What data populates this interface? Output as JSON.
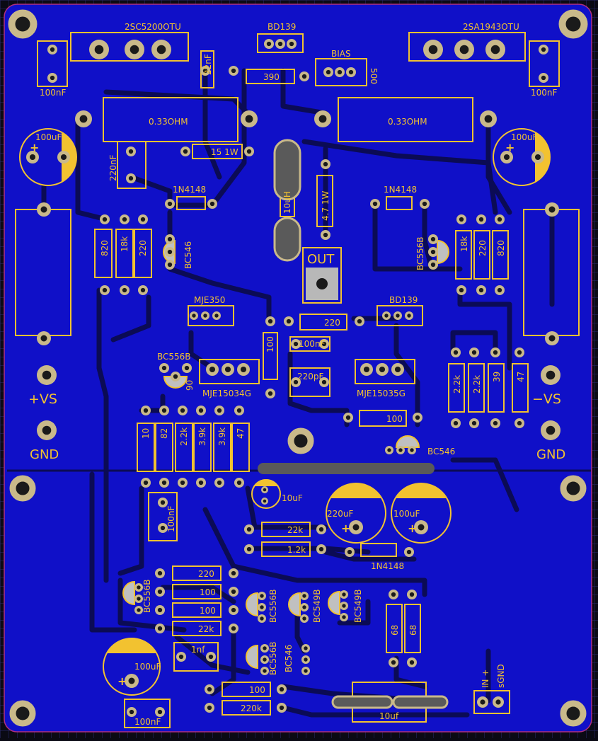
{
  "colors": {
    "board": "#1010c8",
    "grid": "#2a2a6e",
    "trace": "#0b0b55",
    "silk": "#f2c230",
    "pad": "#c9b98a",
    "hole": "#1a1a1a",
    "bg": "#0a0a14"
  },
  "labels": {
    "q_npn": "2SC5200OTU",
    "q_pnp": "2SA1943OTU",
    "bd139_top": "BD139",
    "bias": "BIAS",
    "pot": "500",
    "c100n_tl": "100nF",
    "c100n_tr": "100nF",
    "c22n": "22nF",
    "r390": "390",
    "r033_l": "0.33OHM",
    "r033_r": "0.33OHM",
    "c220n": "220nF",
    "r15": "15 1W",
    "ecap_l": "100uF",
    "ecap_r": "100uF",
    "d_l": "1N4148",
    "d_r": "1N4148",
    "r820_l": "820",
    "r18k_l": "18k",
    "r220_l": "220",
    "bc546_l": "BC546",
    "l10u": "10uH",
    "r47_1w": "4.7 1W",
    "out": "OUT",
    "bc556b_r": "BC556B",
    "r18k_r": "18k",
    "r220_r": "220",
    "r820_r": "820",
    "mje350": "MJE350",
    "bd139_mid": "BD139",
    "r220_mid": "220",
    "r100_v": "100",
    "c100n_mid": "100nF",
    "bc556b_mid": "BC556B",
    "r90": "90",
    "c220p": "220pF",
    "mje15034": "MJE15034G",
    "mje15035": "MJE15035G",
    "vs_pos": "+VS",
    "vs_neg": "−VS",
    "gnd_l": "GND",
    "gnd_r": "GND",
    "r22k_a": "2.2k",
    "r22k_b": "2.2k",
    "r39": "39",
    "r47_r": "47",
    "r100_mid": "100",
    "bc546_mid": "BC546",
    "r10": "10",
    "r82": "82",
    "r2k2": "2.2k",
    "r3k9a": "3.9k",
    "r3k9b": "3.9k",
    "r47_l": "47",
    "c10u": "10uF",
    "c100n_b": "100nF",
    "c220u": "220uF",
    "c100u_b": "100uF",
    "r22k_bot": "22k",
    "r1k2": "1.2k",
    "d_bot": "1N4148",
    "r220_b": "220",
    "r100_b1": "100",
    "r100_b2": "100",
    "r22k_b2": "22k",
    "bc556b_b1": "BC556B",
    "bc556b_b2": "BC556B",
    "bc549b_a": "BC549B",
    "bc549b_b": "BC549B",
    "r68a": "68",
    "r68b": "68",
    "c1n": "1nf",
    "bc556b_b3": "BC556B",
    "bc546_b": "BC546",
    "c100u_bl": "100uF",
    "c100n_bl": "100nF",
    "r100_b3": "100",
    "r220k": "220k",
    "c10uf_in": "10uf",
    "in": "IN +",
    "sgnd": "sGND"
  }
}
